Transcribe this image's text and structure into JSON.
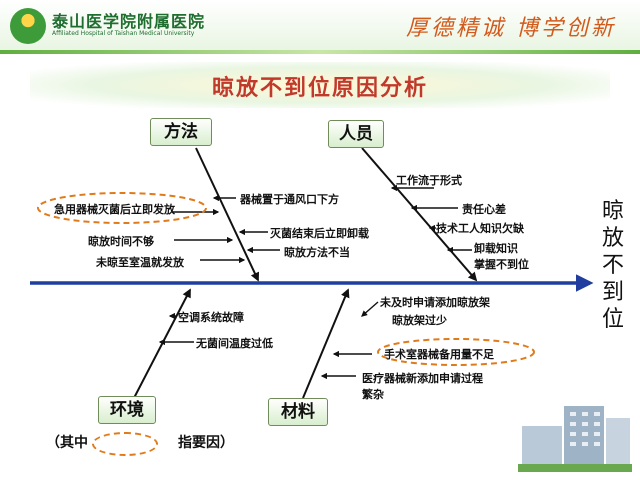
{
  "header": {
    "hospital_name": "泰山医学院附属医院",
    "hospital_english": "Affiliated Hospital of Taishan Medical University",
    "motto": "厚德精诚 博学创新"
  },
  "slide": {
    "title": "晾放不到位原因分析"
  },
  "fishbone": {
    "effect": [
      "晾",
      "放",
      "不",
      "到",
      "位"
    ],
    "categories": {
      "method": "方法",
      "personnel": "人员",
      "environment": "环境",
      "material": "材料"
    },
    "causes": {
      "method": [
        "器械置于通风口下方",
        "急用器械灭菌后立即发放",
        "晾放时间不够",
        "未晾至室温就发放",
        "灭菌结束后立即卸载",
        "晾放方法不当"
      ],
      "personnel": [
        "工作流于形式",
        "责任心差",
        "技术工人知识欠缺",
        "卸载知识",
        "掌握不到位"
      ],
      "environment": [
        "空调系统故障",
        "无菌间温度过低"
      ],
      "material": [
        "未及时申请添加晾放架",
        "晾放架过少",
        "手术室器械备用量不足",
        "医疗器械新添加申请过程",
        "繁杂"
      ]
    }
  },
  "legend": {
    "prefix": "（其中",
    "suffix": "指要因）"
  },
  "colors": {
    "arrow": "#1f3ea0",
    "bone": "#111111",
    "key_cause_ring": "#e07b1c",
    "title": "#c0392b"
  }
}
